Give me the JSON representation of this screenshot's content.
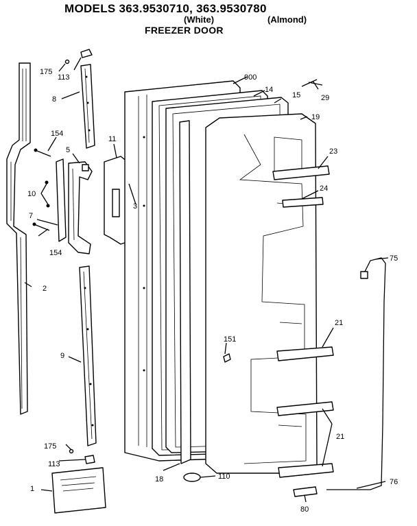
{
  "header": {
    "title": "MODELS 363.9530710, 363.9530780",
    "variant_white": "(White)",
    "variant_almond": "(Almond)",
    "subtitle": "FREEZER DOOR"
  },
  "callouts": {
    "c175a": "175",
    "c113a": "113",
    "c8": "8",
    "c154a": "154",
    "c5": "5",
    "c10": "10",
    "c7": "7",
    "c154b": "154",
    "c2": "2",
    "c9": "9",
    "c175b": "175",
    "c113b": "113",
    "c1": "1",
    "c11": "11",
    "c3": "3",
    "c900": "900",
    "c14": "14",
    "c15": "15",
    "c29": "29",
    "c19": "19",
    "c23": "23",
    "c24": "24",
    "c75": "75",
    "c151": "151",
    "c21a": "21",
    "c21b": "21",
    "c18": "18",
    "c110": "110",
    "c76": "76",
    "c80": "80"
  }
}
